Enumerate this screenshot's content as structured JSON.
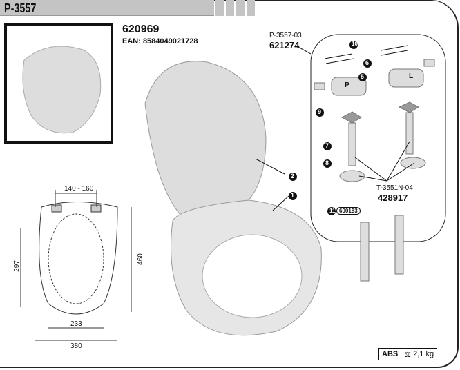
{
  "header": {
    "title": "P-3557"
  },
  "product": {
    "code": "620969",
    "ean": "EAN: 8584049021728"
  },
  "kit1": {
    "name": "P-3557-03",
    "code": "621274"
  },
  "kit2": {
    "name": "T-3551N-04",
    "code": "428917"
  },
  "part11": {
    "number": "11",
    "code": "600183"
  },
  "callouts": [
    "1",
    "2",
    "5",
    "6",
    "7",
    "8",
    "9",
    "10"
  ],
  "hinge_labels": {
    "left": "P",
    "right": "L"
  },
  "dimensions": {
    "hinge_spacing": "140 - 160",
    "height_inner": "297",
    "length": "460",
    "width_inner": "233",
    "width": "380"
  },
  "badge": {
    "material": "ABS",
    "weight": "2,1 kg",
    "weight_icon": "weight-icon"
  }
}
